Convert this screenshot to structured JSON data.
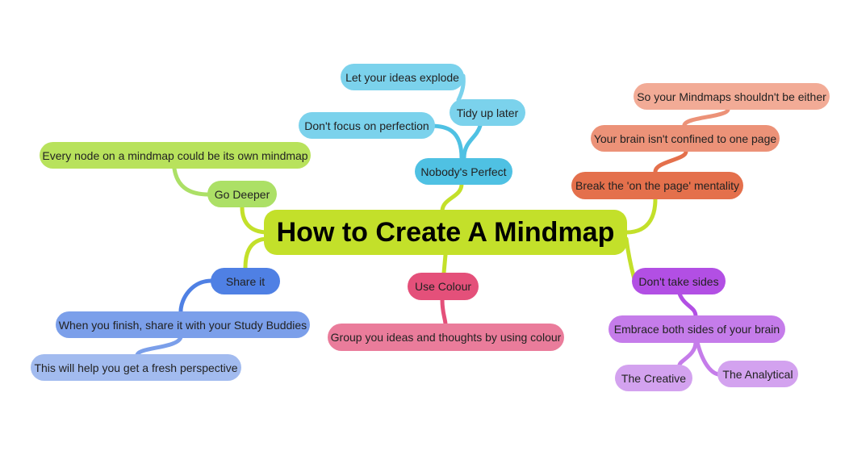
{
  "colors": {
    "root": "#c3e02a",
    "nobodys_perfect": "#4fc1e3",
    "break_the_page": "#e4704c",
    "go_deeper": "#ace066",
    "share_it": "#4f80e4",
    "use_colour": "#e4507a",
    "dont_take_sides": "#b24fe4"
  },
  "root": {
    "label": "How to Create A Mindmap"
  },
  "nobodys_perfect": {
    "label": "Nobody's Perfect",
    "dont_focus": "Don't focus on perfection",
    "tidy_up": "Tidy up later",
    "let_explode": "Let your ideas explode"
  },
  "break_the_page": {
    "label": "Break the 'on the page' mentality",
    "brain_not_confined": "Your brain isn't confined to one page",
    "mindmaps_shouldnt": "So your Mindmaps shouldn't be either"
  },
  "go_deeper": {
    "label": "Go Deeper",
    "every_node": "Every node on a mindmap could be its own mindmap"
  },
  "share_it": {
    "label": "Share it",
    "when_finish": "When you finish, share it with your Study Buddies",
    "fresh_perspective": "This will help you get a fresh perspective"
  },
  "use_colour": {
    "label": "Use Colour",
    "group_ideas": "Group you ideas and thoughts by using colour"
  },
  "dont_take_sides": {
    "label": "Don't take sides",
    "embrace_both": "Embrace both sides of your brain",
    "the_creative": "The Creative",
    "the_analytical": "The Analytical"
  }
}
